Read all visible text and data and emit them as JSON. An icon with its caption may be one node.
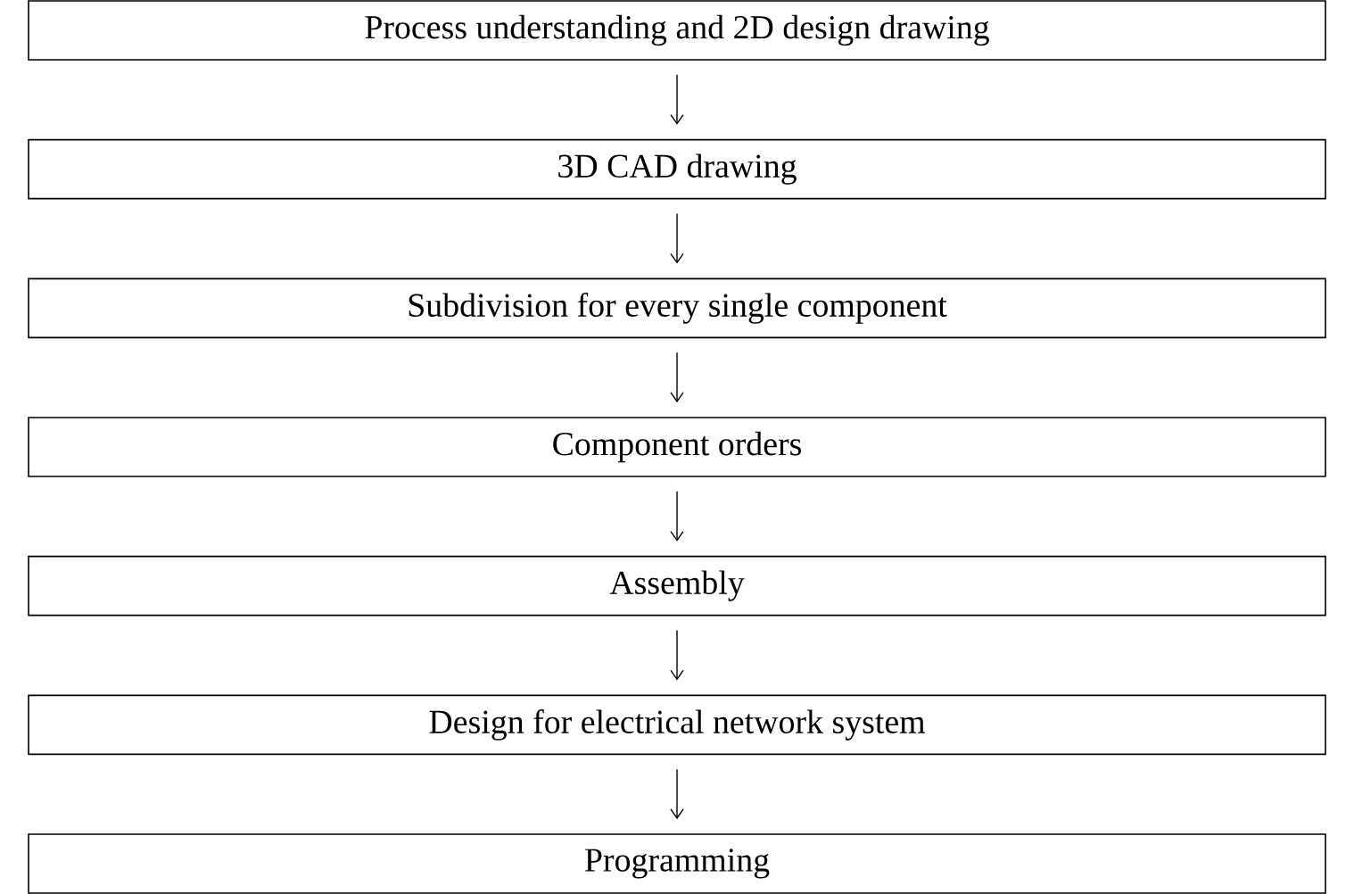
{
  "diagram": {
    "nodes": [
      {
        "text": [
          "Process understanding and 2D design drawing"
        ]
      },
      {
        "text": [
          "3D CAD drawing"
        ]
      },
      {
        "text": [
          "Subdivision for every single component"
        ]
      },
      {
        "text": [
          "Component orders"
        ]
      },
      {
        "text": [
          "Assembly"
        ]
      },
      {
        "text": [
          "Design for electrical network system"
        ]
      },
      {
        "text": [
          "Programming"
        ]
      }
    ],
    "edges": [
      {
        "from": 0,
        "to": 1,
        "arrow": "to"
      },
      {
        "from": 1,
        "to": 2,
        "arrow": "to"
      },
      {
        "from": 2,
        "to": 3,
        "arrow": "to"
      },
      {
        "from": 3,
        "to": 4,
        "arrow": "to"
      },
      {
        "from": 4,
        "to": 5,
        "arrow": "to"
      },
      {
        "from": 5,
        "to": 6,
        "arrow": "to"
      }
    ]
  }
}
